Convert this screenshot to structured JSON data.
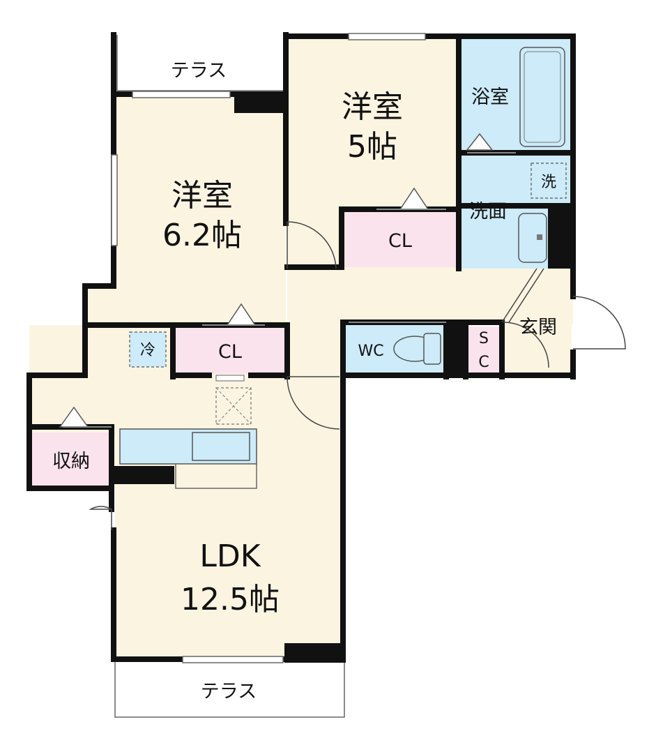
{
  "plan": {
    "colors": {
      "floor": "#FBF4E1",
      "storage": "#FBE3EE",
      "water": "#CDEBF8",
      "wall": "#111111",
      "line": "#444444",
      "background": "#FFFFFF"
    },
    "labels": {
      "terrace_top": "テラス",
      "terrace_bottom": "テラス",
      "western_room_1_name": "洋室",
      "western_room_1_size": "6.2帖",
      "western_room_2_name": "洋室",
      "western_room_2_size": "5帖",
      "closet_1": "CL",
      "closet_2": "CL",
      "bathroom": "浴室",
      "washroom": "洗面",
      "laundry": "洗",
      "toilet": "WC",
      "shoe_closet_s": "S",
      "shoe_closet_c": "C",
      "entrance": "玄関",
      "fridge": "冷",
      "storage": "収納",
      "ldk_name": "LDK",
      "ldk_size": "12.5帖"
    }
  }
}
